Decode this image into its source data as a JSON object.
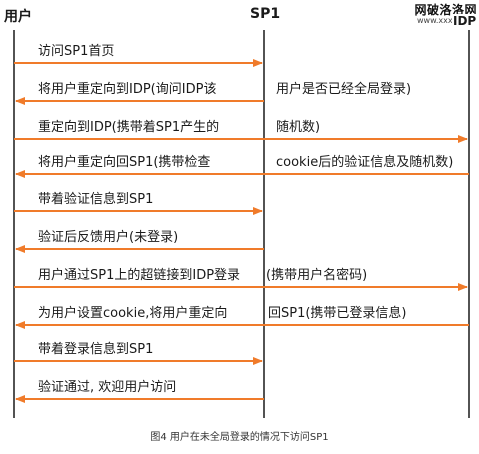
{
  "header": {
    "user": "用户",
    "sp1": "SP1",
    "idp": "IDP"
  },
  "watermark": {
    "line1": "网破洛洛网",
    "line2": "www.xxxx.com"
  },
  "colors": {
    "arrow": "#f07b2a",
    "lifeline": "#1a1a1a"
  },
  "messages": [
    {
      "text": "访问SP1首页"
    },
    {
      "text": "将用户重定向到IDP(询问IDP该",
      "text2": "用户是否已经全局登录)"
    },
    {
      "text": "重定向到IDP(携带着SP1产生的",
      "text2": "随机数)"
    },
    {
      "text": "将用户重定向回SP1(携带检查",
      "text2": "cookie后的验证信息及随机数)"
    },
    {
      "text": "带着验证信息到SP1"
    },
    {
      "text": "验证后反馈用户(未登录)"
    },
    {
      "text": "用户通过SP1上的超链接到IDP登录",
      "text2": "(携带用户名密码)"
    },
    {
      "text": "为用户设置cookie,将用户重定向",
      "text2": "回SP1(携带已登录信息)"
    },
    {
      "text": "带着登录信息到SP1"
    },
    {
      "text": "验证通过, 欢迎用户访问"
    }
  ],
  "caption": "图4 用户在未全局登录的情况下访问SP1"
}
